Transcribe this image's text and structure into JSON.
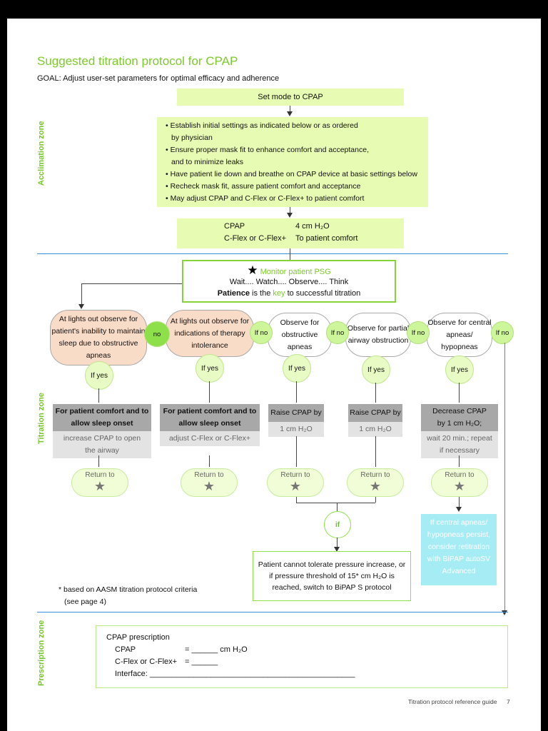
{
  "header": {
    "title": "Suggested titration protocol for CPAP",
    "goal": "GOAL: Adjust user-set parameters for optimal efficacy and adherence"
  },
  "zones": {
    "acclimation": "Acclimation zone",
    "titration": "Titration zone",
    "prescription": "Prescription zone"
  },
  "steps": {
    "set_mode": "Set mode to CPAP",
    "bullets": [
      "• Establish initial settings as indicated below or as ordered",
      "by physician",
      "• Ensure proper mask fit to enhance comfort and acceptance,",
      "and to minimize leaks",
      "• Have patient lie down and breathe on CPAP device at basic settings below",
      "• Recheck mask fit, assure patient comfort and acceptance",
      "• May adjust CPAP and C-Flex or C-Flex+ to patient comfort"
    ],
    "settings": {
      "cpap_label": "CPAP",
      "cpap_value": "4 cm H₂O",
      "cflex_label": "C-Flex or C-Flex+",
      "cflex_value": "To patient comfort"
    },
    "monitor": {
      "star": "★",
      "title": "Monitor patient PSG",
      "line1": "Wait.... Watch.... Observe.... Think",
      "patience": "Patience",
      "is_the": "is the",
      "key": "key",
      "rest": "to successful titration"
    }
  },
  "observations": [
    {
      "text": "At lights out observe for patient's inability to maintain sleep due to obstructive apneas"
    },
    {
      "text": "At lights out observe for indications of therapy intolerance"
    },
    {
      "text": "Observe for obstructive apneas"
    },
    {
      "text": "Observe for partial airway obstruction"
    },
    {
      "text": "Observe for central apneas/ hypopneas"
    }
  ],
  "connectors": {
    "no_label": "no",
    "if_no": "If no",
    "if_yes": "If yes",
    "if": "if"
  },
  "actions": [
    {
      "head": "For patient comfort and to allow sleep onset",
      "body": "increase CPAP to open the airway"
    },
    {
      "head": "For patient comfort and to allow sleep onset",
      "body": "adjust C-Flex or C-Flex+"
    },
    {
      "head": "Raise CPAP by",
      "body": "1 cm H₂O"
    },
    {
      "head": "Raise CPAP by",
      "body": "1 cm H₂O"
    },
    {
      "head": "Decrease CPAP by 1 cm H₂O;",
      "body": "wait 20 min.; repeat if necessary"
    }
  ],
  "return_to": {
    "label": "Return to",
    "star": "★"
  },
  "central_note": "If central apneas/ hypopneas persist, consider retitration with BiPAP autoSV Advanced",
  "bipap_note": "Patient cannot tolerate pressure increase, or if pressure threshold of 15* cm H₂O is reached, switch to BiPAP S protocol",
  "footnote": {
    "line1": "* based on AASM titration protocol criteria",
    "line2": "(see page 4)"
  },
  "prescription": {
    "title": "CPAP prescription",
    "cpap_label": "CPAP",
    "cpap_value": "= ______ cm H₂O",
    "cflex_label": "C-Flex or C-Flex+",
    "cflex_value": "= ______",
    "interface": "Interface: _______________________________________________"
  },
  "footer": {
    "guide": "Titration protocol reference guide",
    "page": "7"
  },
  "colors": {
    "accent_green": "#7ccb2a",
    "box_green": "#e8fbb3",
    "divider_blue": "#3b8fd6",
    "cyan_note": "#a6ecf5"
  }
}
